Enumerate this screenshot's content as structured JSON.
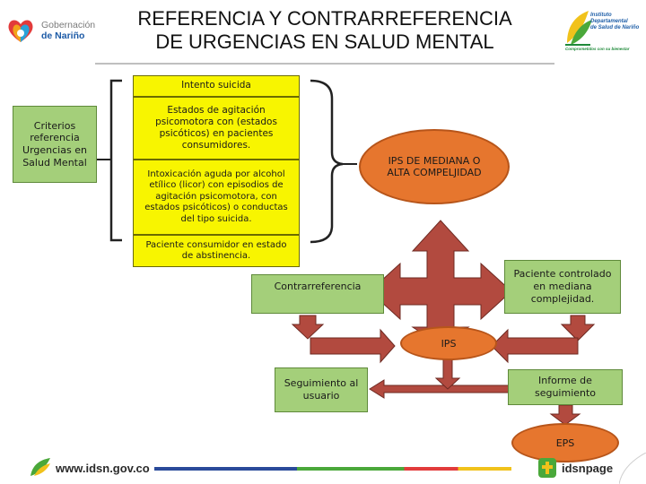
{
  "header": {
    "title_line1": "REFERENCIA Y CONTRARREFERENCIA",
    "title_line2": "DE URGENCIAS EN  SALUD MENTAL",
    "left_logo": {
      "line1": "Gobernación",
      "line2": "de Nariño"
    },
    "right_logo": {
      "line1": "Instituto",
      "line2": "Departamental",
      "line3": "de Salud de Nariño",
      "tagline": "Comprometidos con su bienestar"
    }
  },
  "diagram": {
    "criteria_box": "Criterios referencia Urgencias en Salud Mental",
    "yellow_items": [
      "Intento suicida",
      "Estados de agitación psicomotora con (estados psicóticos) en pacientes consumidores.",
      "Intoxicación aguda por alcohol etílico (licor) con episodios de agitación psicomotora, con estados psicóticos) o  conductas del tipo suicida.",
      "Paciente consumidor en estado de abstinencia."
    ],
    "ips_mediana": "IPS DE MEDIANA O ALTA COMPELJIDAD",
    "contrarreferencia": "Contrarreferencia",
    "paciente_controlado": "Paciente controlado en mediana complejidad.",
    "ips": "IPS",
    "seguimiento": "Seguimiento al usuario",
    "informe": "Informe de seguimiento",
    "eps": "EPS"
  },
  "footer": {
    "website": "www.idsn.gov.co",
    "social": "idsnpage"
  },
  "colors": {
    "box_green": "#a4cf7a",
    "box_yellow": "#f8f500",
    "ellipse_orange": "#e6762e",
    "arrow_red": "#b24a3f",
    "title_rule": "#bfbfbf"
  }
}
